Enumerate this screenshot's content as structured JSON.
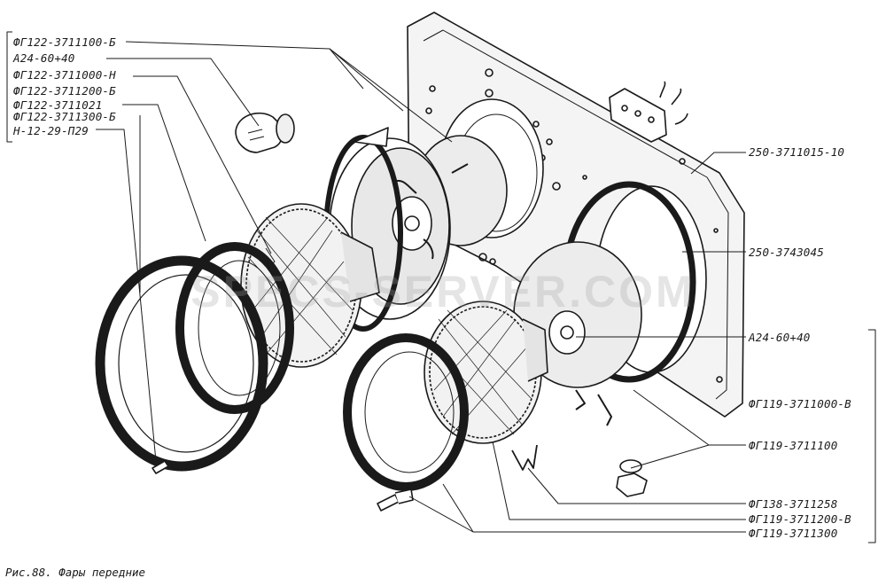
{
  "labels_left": [
    {
      "key": "l1",
      "text": "ФГ122-3711100-Б"
    },
    {
      "key": "l2",
      "text": "А24-60+40"
    },
    {
      "key": "l3",
      "text": "ФГ122-3711000-Н"
    },
    {
      "key": "l4",
      "text": "ФГ122-3711200-Б"
    },
    {
      "key": "l5",
      "text": "ФГ122-3711021"
    },
    {
      "key": "l6",
      "text": "ФГ122-3711300-Б"
    },
    {
      "key": "l7",
      "text": "Н-12-29-П29"
    }
  ],
  "labels_right": [
    {
      "key": "r1",
      "text": "250-3711015-10"
    },
    {
      "key": "r2",
      "text": "250-3743045"
    },
    {
      "key": "r3",
      "text": "А24-60+40"
    },
    {
      "key": "r4",
      "text": "ФГ119-3711000-В"
    },
    {
      "key": "r5",
      "text": "ФГ119-3711100"
    },
    {
      "key": "r6",
      "text": "ФГ138-3711258"
    },
    {
      "key": "r7",
      "text": "ФГ119-3711200-В"
    },
    {
      "key": "r8",
      "text": "ФГ119-3711300"
    }
  ],
  "caption": "Рис.88. Фары передние",
  "watermark": "SPECS-SERVER.COM"
}
